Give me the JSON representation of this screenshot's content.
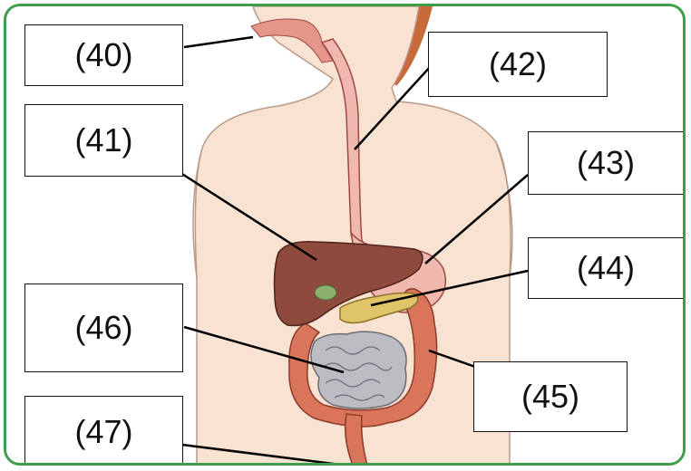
{
  "labels": [
    "(40)",
    "(41)",
    "(42)",
    "(43)",
    "(44)",
    "(45)",
    "(46)",
    "(47)"
  ],
  "colors": {
    "frame": "#3f9e4a",
    "skin": "#f8e2d2",
    "hair": "#c96a3b",
    "liver": "#8e4a3c",
    "stomach": "#f1b8b0",
    "pancreas": "#e0c46a",
    "large-intestine": "#d9755a",
    "small-intestine": "#bcbcc2"
  }
}
